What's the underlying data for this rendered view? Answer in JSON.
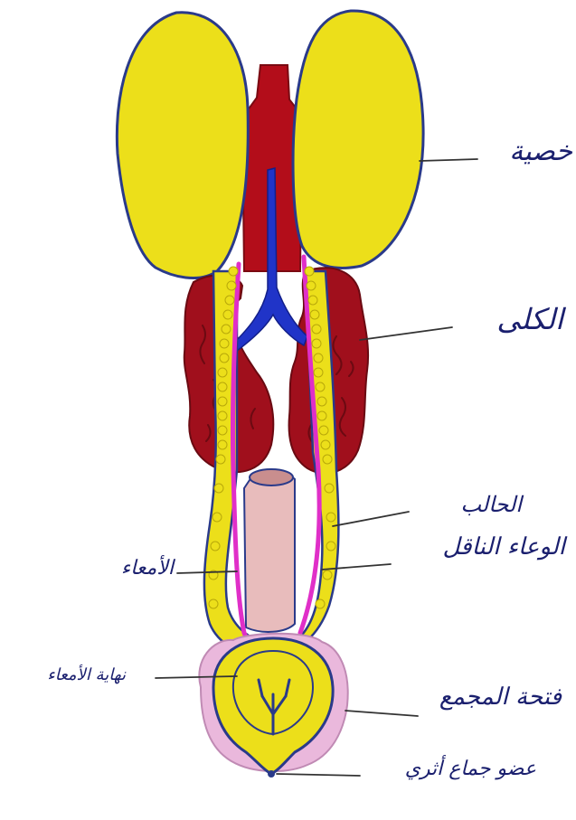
{
  "labels": {
    "testis": "خصية",
    "kidney": "الكلى",
    "ureter": "الحالب",
    "vas_deferens": "الوعاء الناقل",
    "intestine": "الأمعاء",
    "intestine_end": "نهاية الأمعاء",
    "cloaca": "فتحة المجمع",
    "copulatory_organ": "عضو جماع أثري"
  },
  "colors": {
    "testis": "#ecdf1a",
    "kidney": "#a00f1c",
    "aorta": "#b30d1a",
    "vein": "#2034c8",
    "duct": "#e02fc8",
    "intestine": "#e8bcbc",
    "cloaca_tissue": "#eab8dc",
    "outline": "#2a3a8a"
  }
}
